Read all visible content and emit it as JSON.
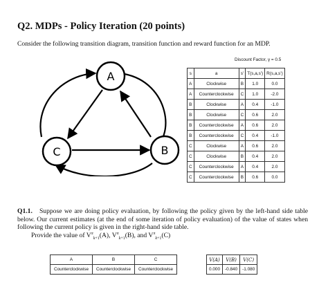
{
  "question": {
    "title": "Q2. MDPs - Policy Iteration (20 points)",
    "intro": "Consider the following transition diagram, transition function and reward function for an MDP."
  },
  "diagram": {
    "nodes": [
      {
        "id": "A",
        "label": "A"
      },
      {
        "id": "B",
        "label": "B"
      },
      {
        "id": "C",
        "label": "C"
      }
    ]
  },
  "transition_table": {
    "discount_label": "Discount Factor, γ = 0.5",
    "headers": [
      "s",
      "a",
      "s'",
      "T(s,a,s')",
      "R(s,a,s')"
    ],
    "rows": [
      [
        "A",
        "Clockwise",
        "B",
        "1.0",
        "0.0"
      ],
      [
        "A",
        "Counterclockwise",
        "C",
        "1.0",
        "-2.0"
      ],
      [
        "B",
        "Clockwise",
        "A",
        "0.4",
        "-1.0"
      ],
      [
        "B",
        "Clockwise",
        "C",
        "0.6",
        "2.0"
      ],
      [
        "B",
        "Counterclockwise",
        "A",
        "0.6",
        "2.0"
      ],
      [
        "B",
        "Counterclockwise",
        "C",
        "0.4",
        "-1.0"
      ],
      [
        "C",
        "Clockwise",
        "A",
        "0.6",
        "2.0"
      ],
      [
        "C",
        "Clockwise",
        "B",
        "0.4",
        "2.0"
      ],
      [
        "C",
        "Counterclockwise",
        "A",
        "0.4",
        "2.0"
      ],
      [
        "C",
        "Counterclockwise",
        "B",
        "0.6",
        "0.0"
      ]
    ]
  },
  "q11": {
    "number": "Q1.1.",
    "text": "Suppose we are doing policy evaluation, by following the policy given by the left-hand side table below. Our current estimates (at the end of some iteration of policy evaluation) of the value of states when following the current policy is given in the right-hand side table.",
    "provide": "Provide the value of V",
    "provide_parts": [
      "(A), V",
      "(B), and V",
      "(C)"
    ],
    "policy_table": {
      "headers": [
        "A",
        "B",
        "C"
      ],
      "values": [
        "Counterclockwise",
        "Counterclockwise",
        "Counterclockwise"
      ]
    },
    "value_table": {
      "headers": [
        "V(A)",
        "V(B)",
        "V(C)"
      ],
      "values": [
        "0.000",
        "-0.840",
        "-1.080"
      ]
    }
  }
}
